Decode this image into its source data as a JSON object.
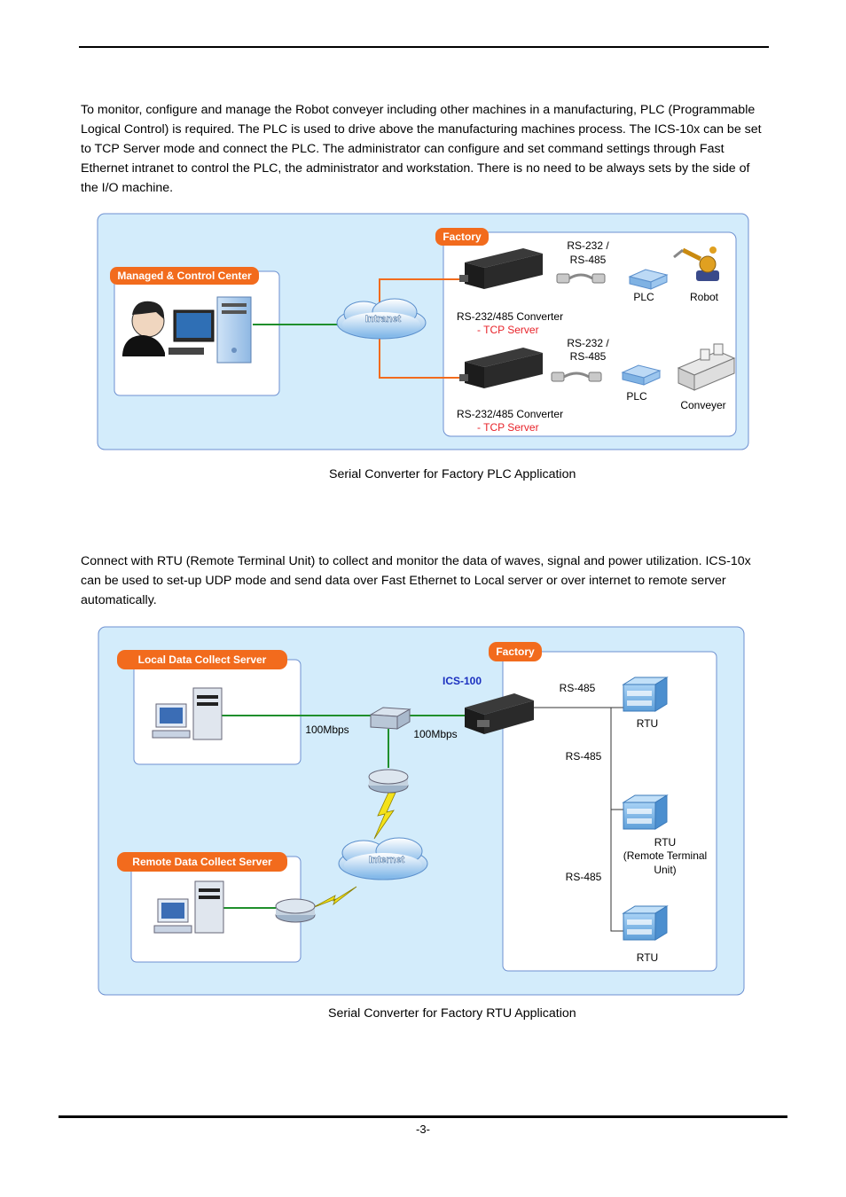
{
  "paragraphs": [
    "To monitor, configure and manage the Robot conveyer including other machines in a manufacturing, PLC (Programmable Logical Control) is required. The PLC is used to drive above the manufacturing machines process. The ICS-10x can be set to TCP Server mode and connect the PLC. The administrator can configure and set command settings through Fast Ethernet intranet to control the PLC, the administrator and workstation. There is no need to be always sets by the side of the I/O machine.",
    "Connect with RTU (Remote Terminal Unit) to collect and monitor the data of waves, signal and power utilization. ICS-10x can be used to set-up UDP mode and send data over Fast Ethernet to Local server or over internet to remote server automatically."
  ],
  "diagram1": {
    "center_label": "Managed & Control Center",
    "factory_label": "Factory",
    "cloud_label": "Intranet",
    "serial_label_top_1": "RS-232 /",
    "serial_label_top_2": "RS-485",
    "serial_label_bottom_1": "RS-232 /",
    "serial_label_bottom_2": "RS-485",
    "plc_top": "PLC",
    "robot": "Robot",
    "converter_top": "RS-232/485 Converter",
    "tcp_top": "-  TCP Server",
    "plc_bottom": "PLC",
    "conveyer": "Conveyer",
    "converter_bottom": "RS-232/485 Converter",
    "tcp_bottom": "-  TCP Server",
    "caption": "Serial Converter for Factory PLC Application"
  },
  "diagram2": {
    "local_label": "Local Data Collect Server",
    "remote_label": "Remote Data Collect Server",
    "factory_label": "Factory",
    "device_label": "ICS-100",
    "speed_left": "100Mbps",
    "speed_right": "100Mbps",
    "internet_label": "Internet",
    "rs485_top": "RS-485",
    "rs485_mid": "RS-485",
    "rs485_bottom": "RS-485",
    "rtu_top": "RTU",
    "rtu_mid_1": "RTU",
    "rtu_mid_2": "(Remote Terminal",
    "rtu_mid_3": "Unit)",
    "rtu_bottom": "RTU",
    "caption": "Serial Converter for Factory RTU Application"
  },
  "page_number": "-3-",
  "colors": {
    "panel_fill": "#d3ecfb",
    "panel_border": "#6c8fd0",
    "orange": "#f26b1d",
    "green_link": "#1f8f2c",
    "red_text": "#e8232a",
    "blue_text": "#1a2fbf"
  }
}
